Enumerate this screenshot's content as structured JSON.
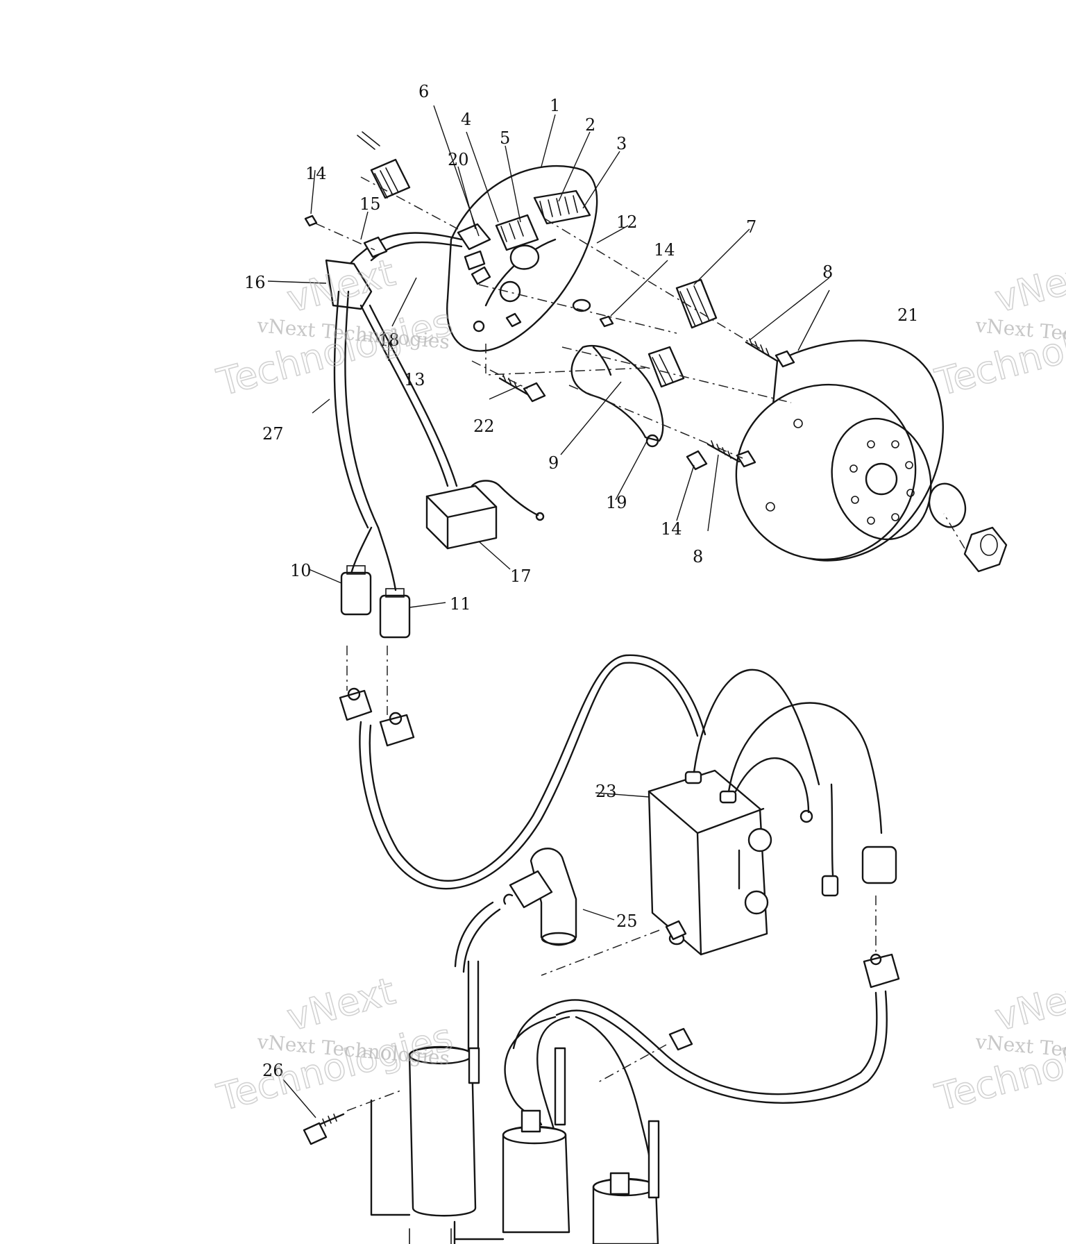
{
  "watermark": {
    "text_small": "vNext Technologies",
    "text_big_1": "vNext",
    "text_big_2": "Technologies"
  },
  "callouts": {
    "c1": "1",
    "c2": "2",
    "c3": "3",
    "c4": "4",
    "c5": "5",
    "c6": "6",
    "c7": "7",
    "c8a": "8",
    "c8b": "8",
    "c9": "9",
    "c10": "10",
    "c11": "11",
    "c12": "12",
    "c13": "13",
    "c14a": "14",
    "c14b": "14",
    "c14c": "14",
    "c15": "15",
    "c16": "16",
    "c17": "17",
    "c18": "18",
    "c19": "19",
    "c20": "20",
    "c21": "21",
    "c22": "22",
    "c23": "23",
    "c25": "25",
    "c26": "26",
    "c27": "27"
  }
}
